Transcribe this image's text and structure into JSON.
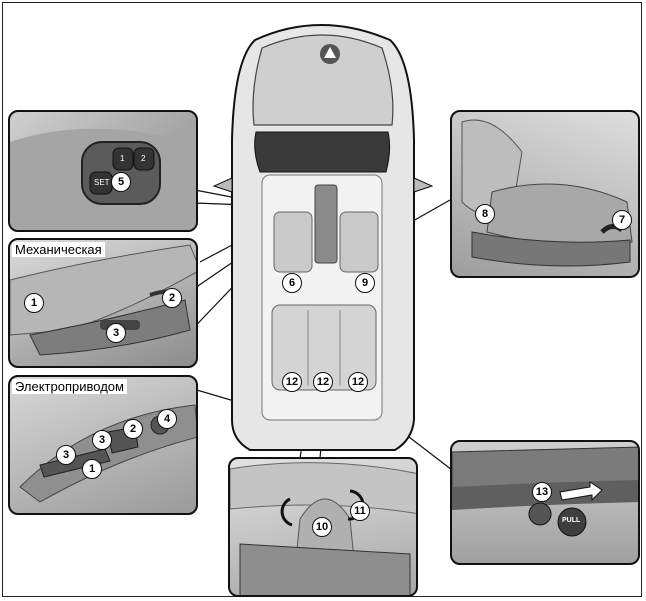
{
  "labels": {
    "manual": "Механическая",
    "power": "Электроприводом"
  },
  "callouts": {
    "c1a": "1",
    "c2a": "2",
    "c3a": "3",
    "c1b": "1",
    "c2b": "2",
    "c3b": "3",
    "c3c": "3",
    "c4": "4",
    "c5": "5",
    "c6": "6",
    "c7": "7",
    "c8": "8",
    "c9": "9",
    "c10": "10",
    "c11": "11",
    "c12a": "12",
    "c12b": "12",
    "c12c": "12",
    "c13": "13"
  },
  "switch_labels": {
    "set": "SET",
    "one": "1",
    "two": "2"
  },
  "knob_label": "PULL"
}
